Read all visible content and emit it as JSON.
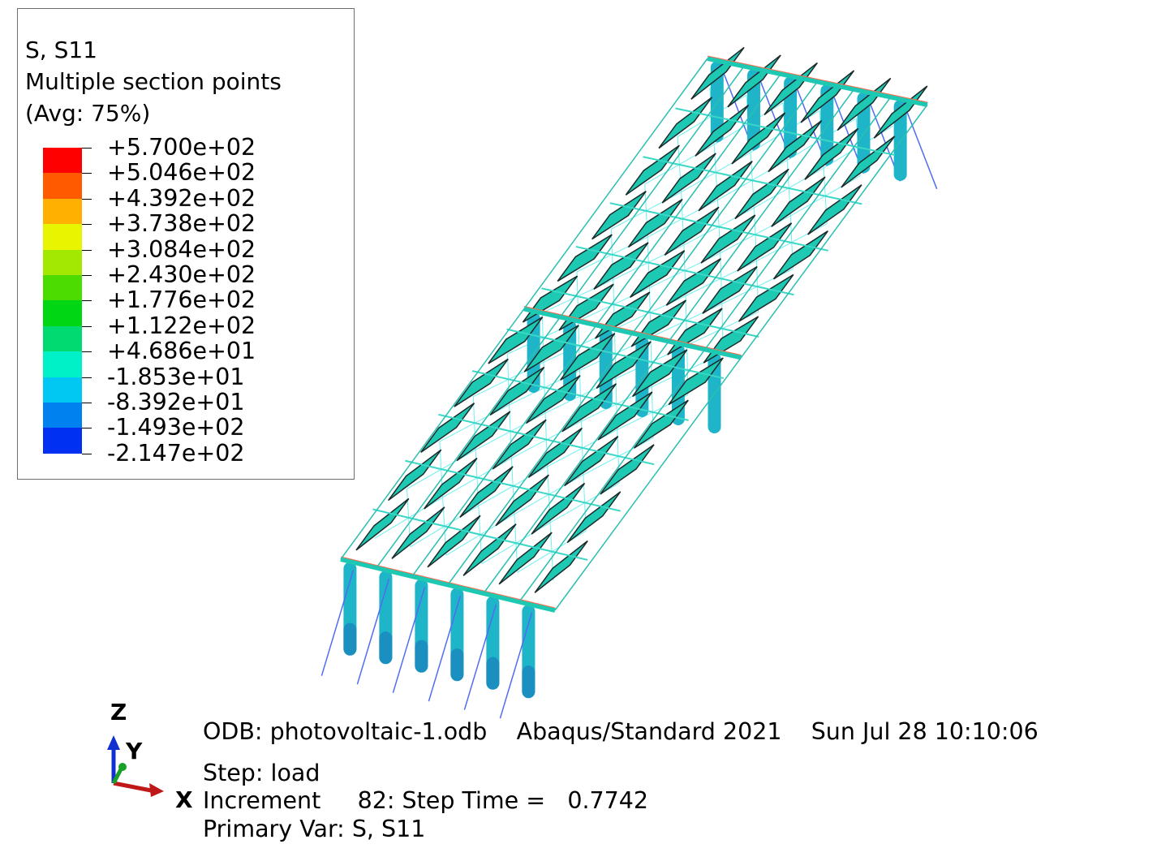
{
  "legend": {
    "variable": "S, S11",
    "section": "Multiple section points",
    "averaging": "(Avg: 75%)",
    "levels": [
      "+5.700e+02",
      "+5.046e+02",
      "+4.392e+02",
      "+3.738e+02",
      "+3.084e+02",
      "+2.430e+02",
      "+1.776e+02",
      "+1.122e+02",
      "+4.686e+01",
      "-1.853e+01",
      "-8.392e+01",
      "-1.493e+02",
      "-2.147e+02"
    ],
    "colors": [
      "#ff0000",
      "#ff5a00",
      "#ffb000",
      "#e7f500",
      "#a2e800",
      "#4ddc00",
      "#00d614",
      "#00da70",
      "#00f0c8",
      "#00c8f2",
      "#0081f0",
      "#0030f2"
    ]
  },
  "model": {
    "panel_color": "#1ec9b3",
    "support_color": "#1fb5c8",
    "brace_color": "#4f6cf2",
    "edge_color": "#ff6a4a"
  },
  "info": {
    "odb_line": "ODB: photovoltaic-1.odb    Abaqus/Standard 2021    Sun Jul 28 10:10:06",
    "step_line": "Step: load",
    "increment_line": "Increment     82: Step Time =   0.7742",
    "primary_var_line": "Primary Var: S, S11"
  },
  "triad": {
    "x": "X",
    "y": "Y",
    "z": "Z"
  }
}
